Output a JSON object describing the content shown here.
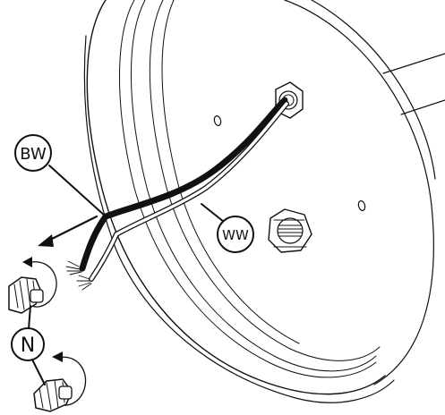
{
  "callouts": {
    "black_wire": "BW",
    "white_wire": "WW",
    "neutral": "N"
  },
  "colors": {
    "line": "#111111",
    "background": "#ffffff",
    "wire_black": "#111111",
    "wire_white": "#ffffff",
    "wire_nut": "#ffffff"
  },
  "icons": {
    "direction_arrow": "arrow-left-down-icon",
    "twist_arrow": "rotate-clockwise-icon",
    "wire_nut": "wire-nut-icon",
    "hex_nut": "hex-nut-icon"
  }
}
